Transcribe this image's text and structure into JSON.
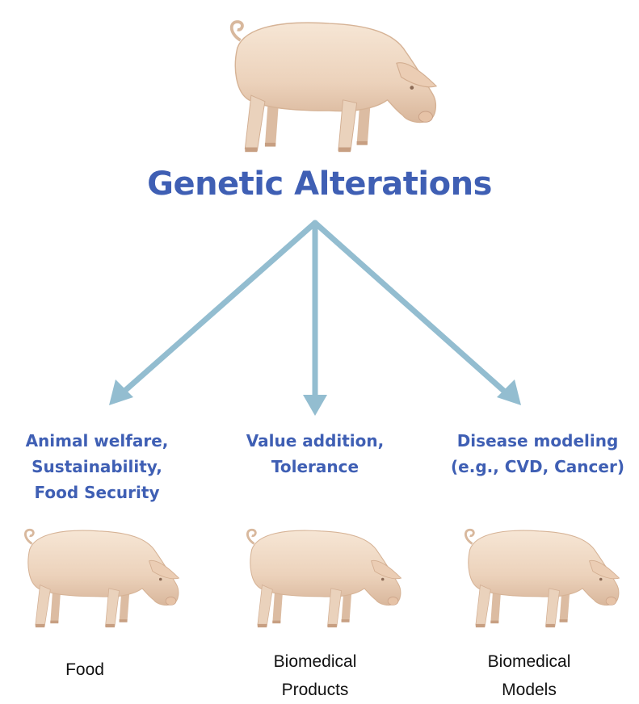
{
  "title": "Genetic Alterations",
  "colors": {
    "title": "#3f5fb4",
    "arrow": "#93bdd0",
    "pig_body": "#f1dcc8",
    "label": "#111111"
  },
  "branches": [
    {
      "lines": [
        "Animal welfare,",
        "Sustainability,",
        "Food Security"
      ],
      "outcome": [
        "Food"
      ]
    },
    {
      "lines": [
        "Value addition,",
        "Tolerance"
      ],
      "outcome": [
        "Biomedical",
        "Products"
      ]
    },
    {
      "lines": [
        "Disease modeling",
        "(e.g., CVD, Cancer)"
      ],
      "outcome": [
        "Biomedical",
        "Models"
      ]
    }
  ]
}
